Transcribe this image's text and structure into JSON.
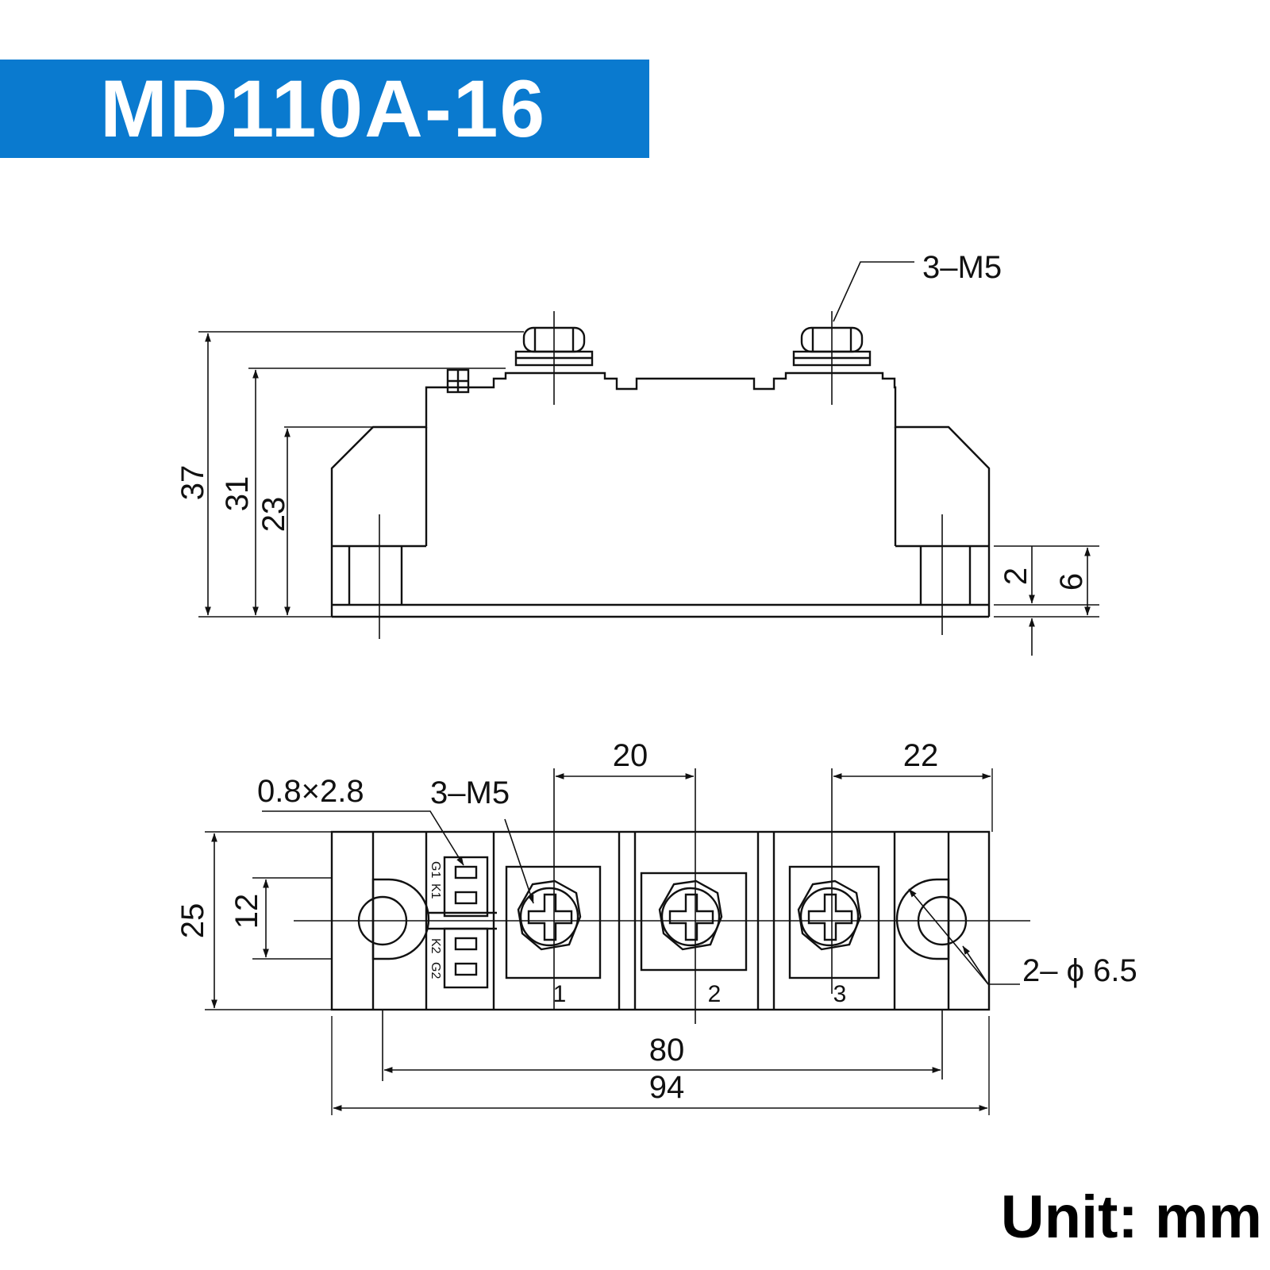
{
  "title": "MD110A-16",
  "unit": "Unit: mm",
  "colors": {
    "banner": "#0A7ACF",
    "banner_text": "#ffffff",
    "line": "#111111"
  },
  "side_view": {
    "callout": "3–M5",
    "dims": {
      "overall_height": "37",
      "height_31": "31",
      "height_23": "23",
      "dim_2": "2",
      "dim_6": "6"
    }
  },
  "top_view": {
    "dim_width_25": "25",
    "dim_12": "12",
    "dim_20": "20",
    "dim_22": "22",
    "dim_80": "80",
    "dim_94": "94",
    "callout_tab": "0.8×2.8",
    "callout_screws": "3–M5",
    "callout_holes": "2– ϕ 6.5",
    "terminal_labels": [
      "1",
      "2",
      "3"
    ],
    "pin_labels": [
      "G1",
      "K1",
      "K2",
      "G2"
    ]
  }
}
